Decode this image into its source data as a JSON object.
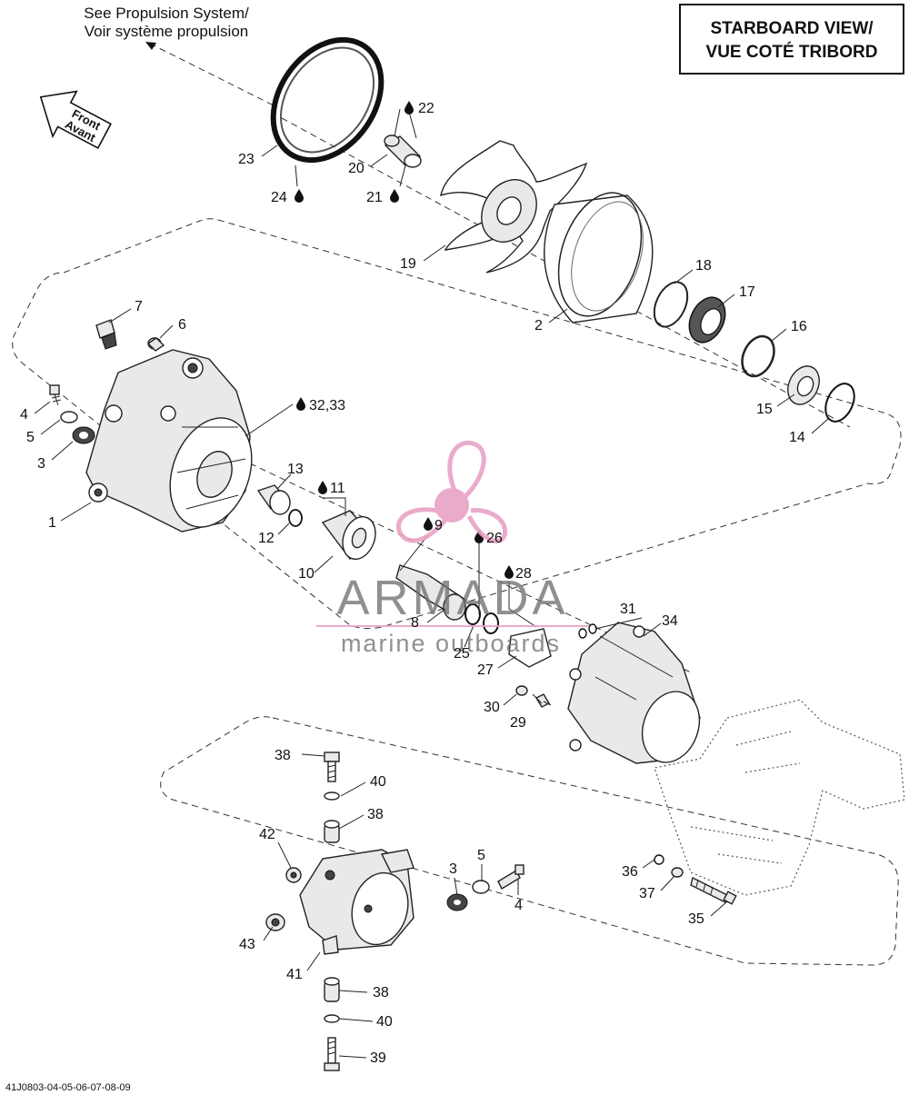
{
  "header": {
    "view_line1": "STARBOARD VIEW/",
    "view_line2": "VUE COTÉ TRIBORD",
    "propulsion_line1": "See Propulsion System/",
    "propulsion_line2": "Voir système propulsion",
    "front_line1": "Front",
    "front_line2": "Avant"
  },
  "watermark": {
    "brand": "ARMADA",
    "tagline": "marine outboards",
    "color": "#e8a3c6"
  },
  "footer": {
    "code": "41J0803-04-05-06-07-08-09"
  },
  "callouts": {
    "c1": "1",
    "c2": "2",
    "c3a": "3",
    "c3b": "3",
    "c4a": "4",
    "c4b": "4",
    "c5a": "5",
    "c5b": "5",
    "c6": "6",
    "c7": "7",
    "c8": "8",
    "c9": "9",
    "c10": "10",
    "c11": "11",
    "c12": "12",
    "c13": "13",
    "c14": "14",
    "c15": "15",
    "c16": "16",
    "c17": "17",
    "c18": "18",
    "c19": "19",
    "c20": "20",
    "c21": "21",
    "c22": "22",
    "c23": "23",
    "c24": "24",
    "c25": "25",
    "c26": "26",
    "c27": "27",
    "c28": "28",
    "c29": "29",
    "c30": "30",
    "c31": "31",
    "c3233": "32,33",
    "c34": "34",
    "c35": "35",
    "c36": "36",
    "c37": "37",
    "c38a": "38",
    "c38b": "38",
    "c38c": "38",
    "c39": "39",
    "c40a": "40",
    "c40b": "40",
    "c41": "41",
    "c42": "42",
    "c43": "43"
  }
}
